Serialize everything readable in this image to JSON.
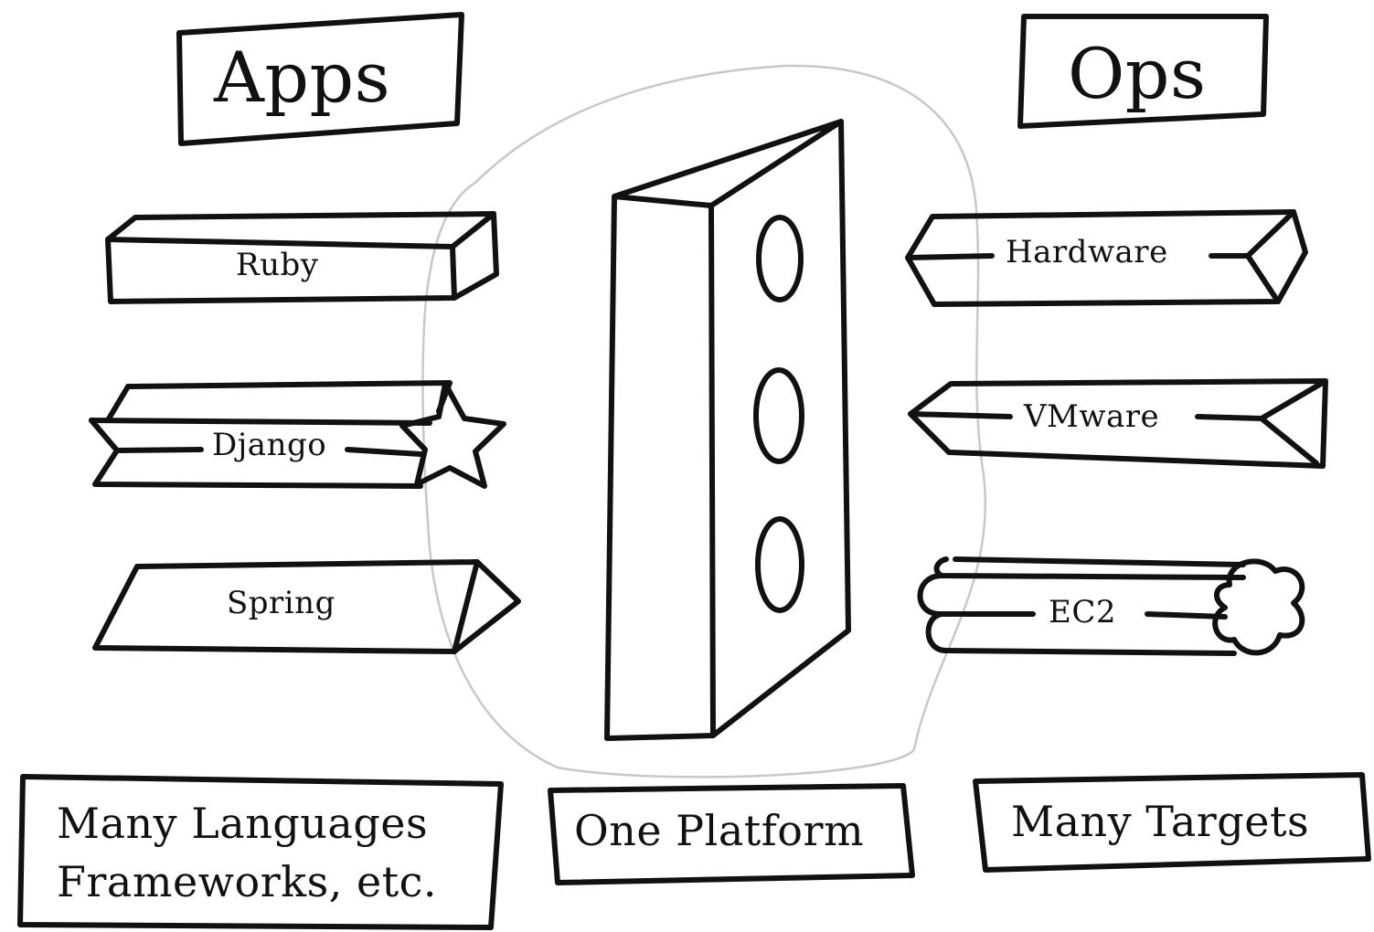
{
  "headers": {
    "apps": "Apps",
    "ops": "Ops"
  },
  "apps_items": [
    {
      "label": "Ruby",
      "icon": "block-end"
    },
    {
      "label": "Django",
      "icon": "star-end"
    },
    {
      "label": "Spring",
      "icon": "arrow-end"
    }
  ],
  "ops_items": [
    {
      "label": "Hardware",
      "icon": "pointed-start-end"
    },
    {
      "label": "VMware",
      "icon": "arrow-start-end"
    },
    {
      "label": "EC2",
      "icon": "cloud-end"
    }
  ],
  "footers": {
    "languages_line1": "Many Languages",
    "languages_line2": "Frameworks, etc.",
    "platform": "One Platform",
    "targets": "Many Targets"
  },
  "colors": {
    "stroke": "#111111",
    "halo": "#c8c8c8",
    "background": "#ffffff"
  }
}
